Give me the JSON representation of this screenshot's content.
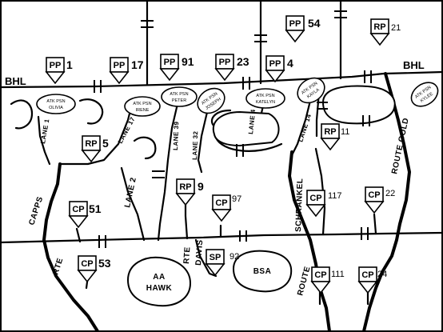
{
  "roads": {
    "bhl_left": "BHL",
    "bhl_right": "BHL",
    "capps": "CAPPS",
    "rte_left": "RTE",
    "lane1": "LANE 1",
    "lane17": "LANE 17",
    "lane2": "LANE 2",
    "lane39": "LANE 39",
    "lane32": "LANE 32",
    "lane4": "LANE 4",
    "lane14": "LANE 14",
    "rte_davis": "RTE",
    "davis": "DAVIS",
    "schrankel": "SCHRANKEL",
    "route_mid": "ROUTE",
    "route_gold": "ROUTE GOLD"
  },
  "areas": {
    "aa_hawk_line1": "AA",
    "aa_hawk_line2": "HAWK",
    "bsa": "BSA"
  },
  "attack_positions": [
    {
      "line1": "ATK PSN",
      "line2": "OLIVIA"
    },
    {
      "line1": "ATK PSN",
      "line2": "IRENE"
    },
    {
      "line1": "ATK PSN",
      "line2": "PETER"
    },
    {
      "line1": "ATK PSN",
      "line2": "JOSEPH"
    },
    {
      "line1": "ATK PSN",
      "line2": "KATELYN"
    },
    {
      "line1": "ATK PSN",
      "line2": "KAYLA"
    },
    {
      "line1": "ATK PSN",
      "line2": "KYLEE"
    }
  ],
  "control_points": [
    {
      "code": "PP",
      "number": "1"
    },
    {
      "code": "PP",
      "number": "17"
    },
    {
      "code": "PP",
      "number": "91"
    },
    {
      "code": "PP",
      "number": "23"
    },
    {
      "code": "PP",
      "number": "4"
    },
    {
      "code": "PP",
      "number": "54"
    },
    {
      "code": "RP",
      "number": "21"
    },
    {
      "code": "RP",
      "number": "5"
    },
    {
      "code": "RP",
      "number": "9"
    },
    {
      "code": "RP",
      "number": "11"
    },
    {
      "code": "CP",
      "number": "51"
    },
    {
      "code": "CP",
      "number": "97"
    },
    {
      "code": "CP",
      "number": "117"
    },
    {
      "code": "CP",
      "number": "22"
    },
    {
      "code": "CP",
      "number": "53"
    },
    {
      "code": "SP",
      "number": "92"
    },
    {
      "code": "CP",
      "number": "111"
    },
    {
      "code": "CP",
      "number": "24"
    }
  ]
}
